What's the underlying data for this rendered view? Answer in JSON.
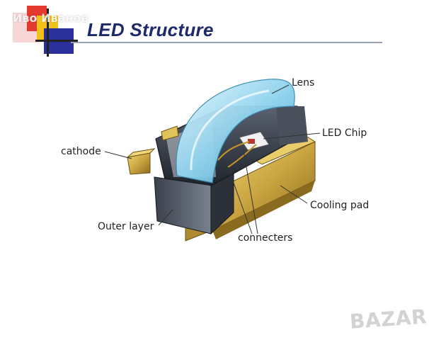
{
  "header": {
    "title": "LED Structure",
    "watermark": "Иво Иванов"
  },
  "diagram": {
    "labels": {
      "lens": "Lens",
      "led_chip": "LED Chip",
      "cathode": "cathode",
      "cooling_pad": "Cooling pad",
      "outer_layer": "Outer layer",
      "connecters": "connecters"
    }
  },
  "footer": {
    "logo_text": "BAZAR"
  },
  "colors": {
    "title": "#1c2a6b",
    "accent_blue": "#2b2f9a",
    "accent_red": "#e23a2e",
    "accent_yellow": "#f2c21a",
    "lens": "#8fd3ee",
    "housing": "#2e3440",
    "pad": "#c9a43a"
  }
}
